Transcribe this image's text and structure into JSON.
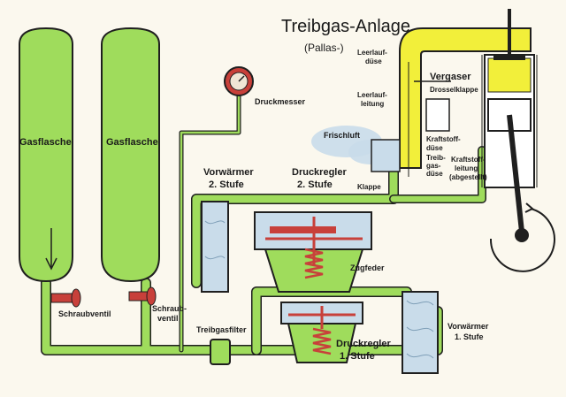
{
  "title": "Treibgas-Anlage",
  "subtitle": "(Pallas-)",
  "labels": {
    "gasflasche_1": "Gasflasche",
    "gasflasche_2": "Gasflasche",
    "schraubventil_1": "Schraubventil",
    "schraubventil_2_a": "Schraub-",
    "schraubventil_2_b": "ventil",
    "druckmesser": "Druckmesser",
    "leerlaufduese_a": "Leerlauf-",
    "leerlaufduese_b": "düse",
    "vergaser": "Vergaser",
    "drosselklappe": "Drosselklappe",
    "leerlaufleitung_a": "Leerlauf-",
    "leerlaufleitung_b": "leitung",
    "frischluft": "Frischluft",
    "kraftstoffduese_a": "Kraftstoff-",
    "kraftstoffduese_b": "düse",
    "treibgasduese_a": "Treib-",
    "treibgasduese_b": "gas-",
    "treibgasduese_c": "düse",
    "kraftstoffleitung_a": "Kraftstoff-",
    "kraftstoffleitung_b": "leitung",
    "kraftstoffleitung_c": "(abgestellt)",
    "klappe": "Klappe",
    "vorwaermer2_a": "Vorwärmer",
    "vorwaermer2_b": "2. Stufe",
    "druckregler2_a": "Druckregler",
    "druckregler2_b": "2. Stufe",
    "zugfeder": "Zugfeder",
    "treibgasfilter": "Treibgasfilter",
    "druckregler1_a": "Druckregler",
    "druckregler1_b": "1. Stufe",
    "vorwaermer1_a": "Vorwärmer",
    "vorwaermer1_b": "1. Stufe"
  },
  "colors": {
    "gas": "#9fdc5c",
    "gas_dark": "#6fae3a",
    "yellow": "#f2ef3a",
    "red": "#c8403a",
    "blue": "#c9dcea",
    "outline": "#1f1f1f"
  }
}
